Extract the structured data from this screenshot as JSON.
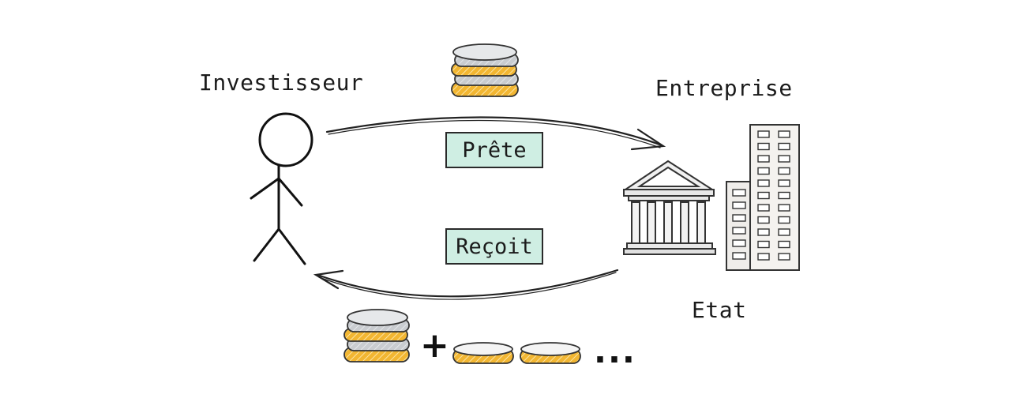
{
  "labels": {
    "investor": "Investisseur",
    "company": "Entreprise",
    "state": "Etat"
  },
  "tags": {
    "lend": "Prête",
    "receive": "Reçoit"
  },
  "extras": {
    "plus": "+",
    "ellipsis": "..."
  },
  "icons": {
    "person": "stick-figure-icon",
    "government": "government-building-icon",
    "company": "office-tower-icon",
    "coins": "coin-stack-icon"
  },
  "colors": {
    "tag_fill": "#cfeee3",
    "coin_gold": "#f2b632",
    "coin_silver": "#c9ccd0"
  }
}
